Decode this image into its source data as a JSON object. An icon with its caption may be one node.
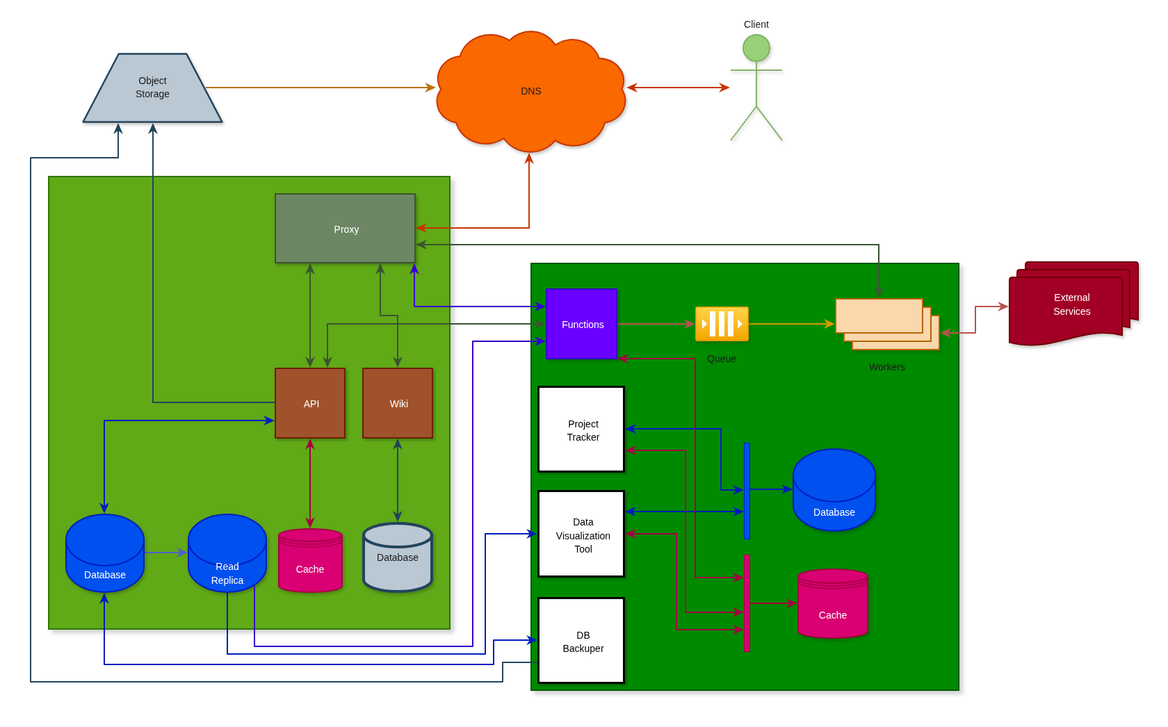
{
  "diagram": {
    "nodes": [
      {
        "text": [
          "Object Storage"
        ]
      },
      {
        "text": [
          "DNS"
        ]
      },
      {
        "text": [
          "Client"
        ]
      },
      {
        "text": [],
        "shape": "box"
      },
      {
        "text": [
          "Proxy"
        ],
        "in": 3
      },
      {
        "text": [
          "API"
        ],
        "in": 3
      },
      {
        "text": [
          "Wiki"
        ],
        "in": 3
      },
      {
        "text": [
          "Database"
        ],
        "in": 3
      },
      {
        "text": [
          "Read Replica"
        ],
        "in": 3
      },
      {
        "text": [
          "Cache"
        ],
        "in": 3
      },
      {
        "text": [
          "Database"
        ],
        "in": 3
      },
      {
        "text": [],
        "shape": "box"
      },
      {
        "text": [
          "Functions"
        ],
        "in": 11
      },
      {
        "text": [
          "Queue"
        ],
        "in": 11
      },
      {
        "text": [
          "Workers"
        ],
        "in": 11
      },
      {
        "text": [
          "External Services"
        ]
      },
      {
        "text": [
          "Project Tracker"
        ],
        "in": 11
      },
      {
        "text": [
          "Data Visualization Tool"
        ],
        "in": 11
      },
      {
        "text": [
          "DB Backuper"
        ],
        "in": 11
      },
      {
        "text": [],
        "shape": "bar",
        "in": 11
      },
      {
        "text": [
          "Database"
        ],
        "in": 11
      },
      {
        "text": [],
        "shape": "bar",
        "in": 11
      },
      {
        "text": [
          "Cache"
        ],
        "in": 11
      }
    ],
    "edges": [
      {
        "from": 0,
        "to": 1,
        "arrow": "to",
        "color": "#bd7000"
      },
      {
        "from": 1,
        "to": 2,
        "arrow": "both",
        "color": "#c73500"
      },
      {
        "from": 4,
        "to": 1,
        "arrow": "both",
        "color": "#c73500"
      },
      {
        "from": 14,
        "to": 4,
        "arrow": "both",
        "color": "#3a5431"
      },
      {
        "from": 4,
        "to": 5,
        "arrow": "both",
        "color": "#3a5431"
      },
      {
        "from": 4,
        "to": 6,
        "arrow": "both",
        "color": "#3a5431"
      },
      {
        "from": 12,
        "to": 5,
        "arrow": "both",
        "color": "#3a5431"
      },
      {
        "from": 4,
        "to": 12,
        "arrow": "both",
        "color": "#3700cc"
      },
      {
        "from": 8,
        "to": 12,
        "arrow": "to",
        "color": "#3700cc"
      },
      {
        "from": 8,
        "to": 17,
        "arrow": "to",
        "color": "#001dbc"
      },
      {
        "from": 7,
        "to": 18,
        "arrow": "both",
        "color": "#001dbc"
      },
      {
        "from": 18,
        "to": 0,
        "arrow": "to",
        "color": "#23445d"
      },
      {
        "from": 5,
        "to": 0,
        "arrow": "to",
        "color": "#23445d"
      },
      {
        "from": 5,
        "to": 7,
        "arrow": "both",
        "color": "#001dbc"
      },
      {
        "from": 7,
        "to": 8,
        "arrow": "to",
        "color": "#4f5fcf"
      },
      {
        "from": 5,
        "to": 9,
        "arrow": "both",
        "color": "#a50040"
      },
      {
        "from": 6,
        "to": 10,
        "arrow": "both",
        "color": "#23445d"
      },
      {
        "from": 12,
        "to": 13,
        "arrow": "to",
        "color": "#b85450"
      },
      {
        "from": 13,
        "to": 14,
        "arrow": "to",
        "color": "#d79b00"
      },
      {
        "from": 14,
        "to": 15,
        "arrow": "both",
        "color": "#b85450"
      },
      {
        "from": 16,
        "to": 19,
        "arrow": "both",
        "color": "#001dbc"
      },
      {
        "from": 17,
        "to": 19,
        "arrow": "both",
        "color": "#001dbc"
      },
      {
        "from": 19,
        "to": 20,
        "arrow": "to",
        "color": "#001dbc"
      },
      {
        "from": 12,
        "to": 21,
        "arrow": "both",
        "color": "#a50040"
      },
      {
        "from": 16,
        "to": 21,
        "arrow": "both",
        "color": "#a50040"
      },
      {
        "from": 17,
        "to": 21,
        "arrow": "both",
        "color": "#a50040"
      },
      {
        "from": 21,
        "to": 22,
        "arrow": "to",
        "color": "#a50040"
      }
    ]
  }
}
